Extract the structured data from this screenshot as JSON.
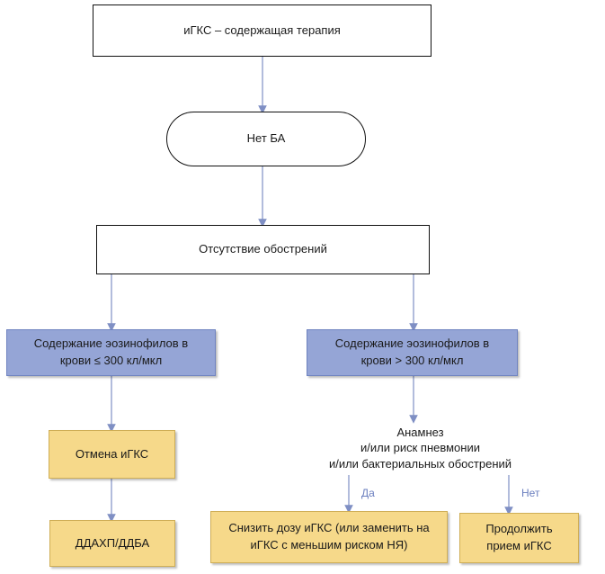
{
  "diagram": {
    "nodes": {
      "igks_therapy": "иГКС – содержащая терапия",
      "no_ba": "Нет БА",
      "no_exacerbations": "Отсутствие обострений",
      "eos_low": "Содержание эозинофилов в крови ≤ 300 кл/мкл",
      "eos_high": "Содержание эозинофилов в крови > 300 кл/мкл",
      "cancel_igks": "Отмена иГКС",
      "ddahp": "ДДАХП/ДДБА",
      "anamnesis": "Анамнез\nи/или риск пневмонии\nи/или бактериальных обострений",
      "reduce_dose": "Снизить дозу иГКС (или заменить на иГКС с меньшим риском НЯ)",
      "continue_igks": "Продолжить прием иГКС"
    },
    "edge_labels": {
      "yes": "Да",
      "no": "Нет"
    },
    "colors": {
      "blue_fill": "#95a5d6",
      "yellow_fill": "#f6d98a",
      "arrow": "#7f8fc4"
    }
  }
}
